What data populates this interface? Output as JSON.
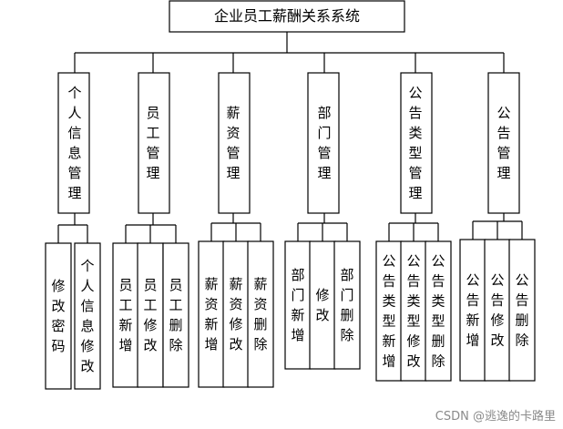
{
  "root": {
    "label": "企业员工薪酬关系系统"
  },
  "modules": [
    {
      "label": "个人信息管理",
      "children": [
        "修改密码",
        "个人信息修改"
      ]
    },
    {
      "label": "员工管理",
      "children": [
        "员工新增",
        "员工修改",
        "员工删除"
      ]
    },
    {
      "label": "薪资管理",
      "children": [
        "薪资新增",
        "薪资修改",
        "薪资删除"
      ]
    },
    {
      "label": "部门管理",
      "children": [
        "部门新增",
        "修改",
        "部门删除"
      ]
    },
    {
      "label": "公告类型管理",
      "children": [
        "公告类型新增",
        "公告类型修改",
        "公告类型删除"
      ]
    },
    {
      "label": "公告管理",
      "children": [
        "公告新增",
        "公告修改",
        "公告删除"
      ]
    }
  ],
  "watermark": "CSDN @逃逸的卡路里"
}
